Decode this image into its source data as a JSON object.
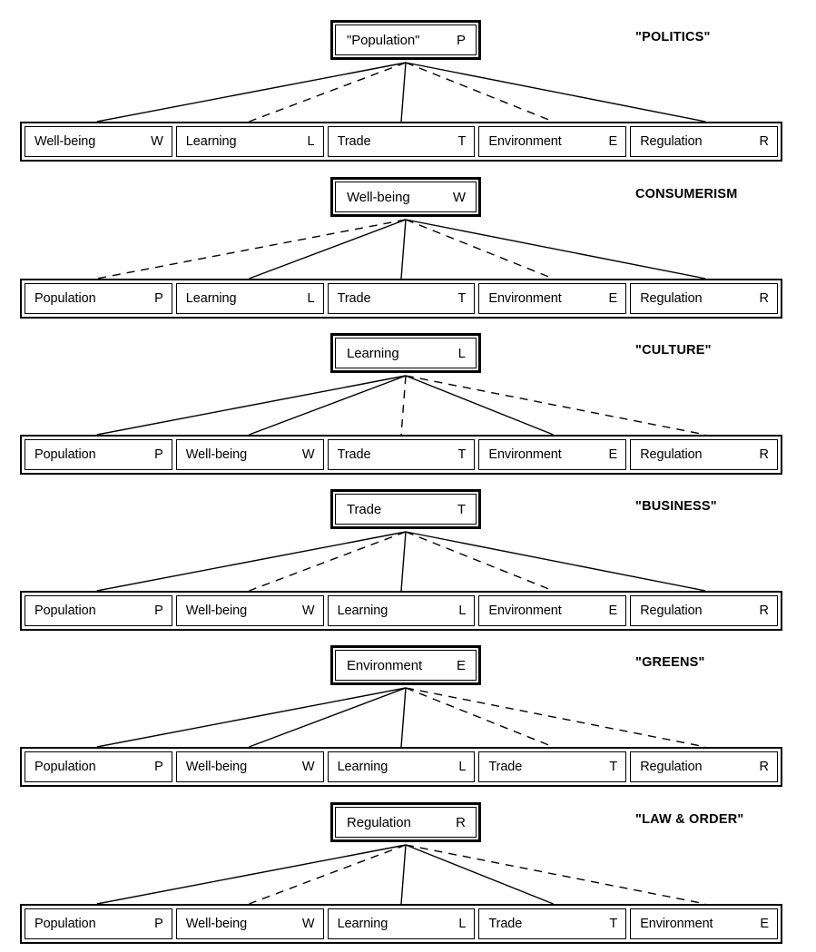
{
  "figure": {
    "type": "hierarchy-diagram-series",
    "background_color": "#ffffff",
    "line_color": "#000000",
    "box_border_color": "#000000"
  },
  "groups": [
    {
      "caption": "\"POLITICS\"",
      "top": {
        "label": "\"Population\"",
        "code": "P"
      },
      "cells": [
        {
          "label": "Well-being",
          "code": "W",
          "link": "solid"
        },
        {
          "label": "Learning",
          "code": "L",
          "link": "dashed"
        },
        {
          "label": "Trade",
          "code": "T",
          "link": "solid"
        },
        {
          "label": "Environment",
          "code": "E",
          "link": "dashed"
        },
        {
          "label": "Regulation",
          "code": "R",
          "link": "solid"
        }
      ]
    },
    {
      "caption": "CONSUMERISM",
      "top": {
        "label": "Well-being",
        "code": "W"
      },
      "cells": [
        {
          "label": "Population",
          "code": "P",
          "link": "dashed"
        },
        {
          "label": "Learning",
          "code": "L",
          "link": "solid"
        },
        {
          "label": "Trade",
          "code": "T",
          "link": "solid"
        },
        {
          "label": "Environment",
          "code": "E",
          "link": "dashed"
        },
        {
          "label": "Regulation",
          "code": "R",
          "link": "solid"
        }
      ]
    },
    {
      "caption": "\"CULTURE\"",
      "top": {
        "label": "Learning",
        "code": "L"
      },
      "cells": [
        {
          "label": "Population",
          "code": "P",
          "link": "solid"
        },
        {
          "label": "Well-being",
          "code": "W",
          "link": "solid"
        },
        {
          "label": "Trade",
          "code": "T",
          "link": "dashed"
        },
        {
          "label": "Environment",
          "code": "E",
          "link": "solid"
        },
        {
          "label": "Regulation",
          "code": "R",
          "link": "dashed"
        }
      ]
    },
    {
      "caption": "\"BUSINESS\"",
      "top": {
        "label": "Trade",
        "code": "T"
      },
      "cells": [
        {
          "label": "Population",
          "code": "P",
          "link": "solid"
        },
        {
          "label": "Well-being",
          "code": "W",
          "link": "dashed"
        },
        {
          "label": "Learning",
          "code": "L",
          "link": "solid"
        },
        {
          "label": "Environment",
          "code": "E",
          "link": "dashed"
        },
        {
          "label": "Regulation",
          "code": "R",
          "link": "solid"
        }
      ]
    },
    {
      "caption": "\"GREENS\"",
      "top": {
        "label": "Environment",
        "code": "E"
      },
      "cells": [
        {
          "label": "Population",
          "code": "P",
          "link": "solid"
        },
        {
          "label": "Well-being",
          "code": "W",
          "link": "solid"
        },
        {
          "label": "Learning",
          "code": "L",
          "link": "solid"
        },
        {
          "label": "Trade",
          "code": "T",
          "link": "dashed"
        },
        {
          "label": "Regulation",
          "code": "R",
          "link": "dashed"
        }
      ]
    },
    {
      "caption": "\"LAW & ORDER\"",
      "top": {
        "label": "Regulation",
        "code": "R"
      },
      "cells": [
        {
          "label": "Population",
          "code": "P",
          "link": "solid"
        },
        {
          "label": "Well-being",
          "code": "W",
          "link": "dashed"
        },
        {
          "label": "Learning",
          "code": "L",
          "link": "solid"
        },
        {
          "label": "Trade",
          "code": "T",
          "link": "solid"
        },
        {
          "label": "Environment",
          "code": "E",
          "link": "dashed"
        }
      ]
    }
  ]
}
